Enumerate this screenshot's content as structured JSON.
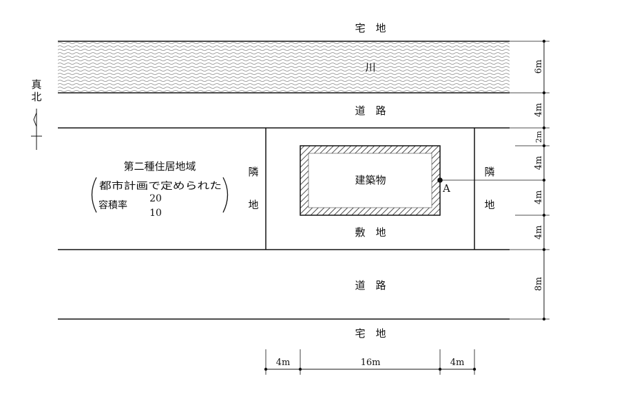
{
  "top_label": "宅　地",
  "river_label": "川",
  "north_road_label": "道　路",
  "south_road_label": "道　路",
  "bottom_label": "宅　地",
  "north_mark": {
    "line1": "真",
    "line2": "北"
  },
  "zone": {
    "line1": "第二種住居地域",
    "line2": "都市計画で定められた",
    "line3_prefix": "容積率",
    "ratio_num": "20",
    "ratio_den": "10"
  },
  "left_neighbor": {
    "char1": "隣",
    "char2": "地"
  },
  "right_neighbor": {
    "char1": "隣",
    "char2": "地"
  },
  "building_label": "建築物",
  "site_label": "敷　地",
  "point_label": "A",
  "dims_right": [
    "6m",
    "4m",
    "2m",
    "4m",
    "4m",
    "4m",
    "8m"
  ],
  "dims_bottom": [
    "4m",
    "16m",
    "4m"
  ]
}
